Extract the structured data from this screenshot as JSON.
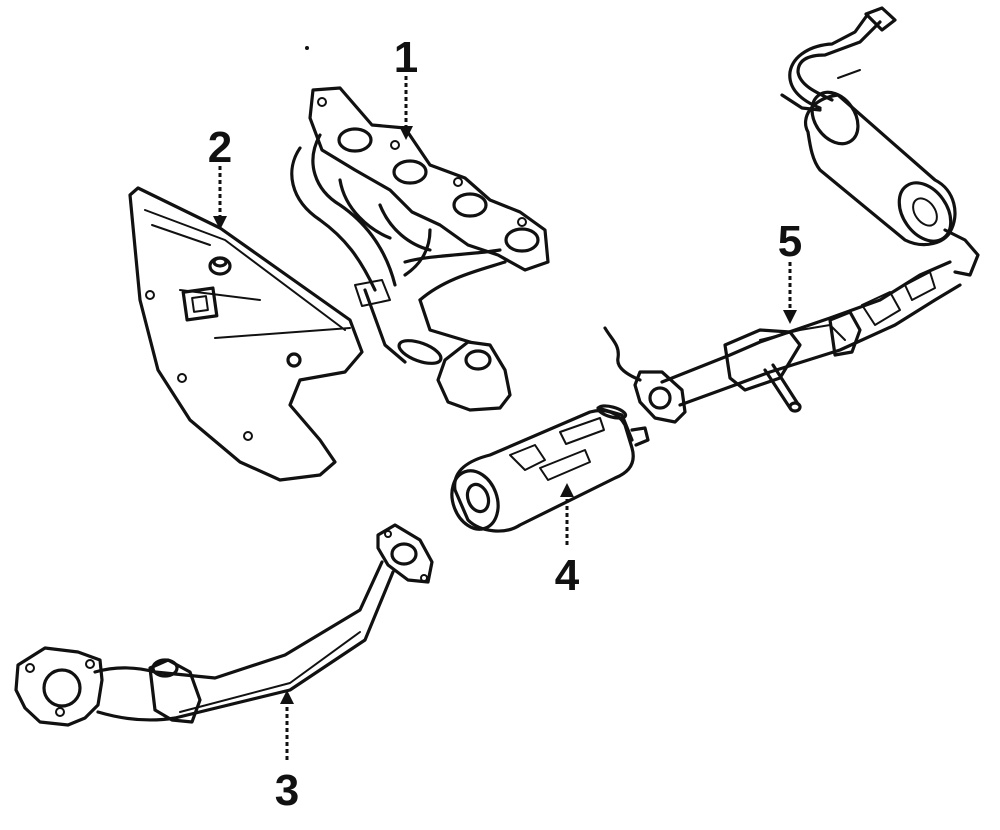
{
  "callouts": [
    {
      "number": "1",
      "part": "exhaust-manifold"
    },
    {
      "number": "2",
      "part": "heat-shield"
    },
    {
      "number": "3",
      "part": "front-pipe"
    },
    {
      "number": "4",
      "part": "catalytic-converter"
    },
    {
      "number": "5",
      "part": "muffler-tailpipe"
    }
  ],
  "colors": {
    "ink": "#111111",
    "background": "#ffffff"
  }
}
